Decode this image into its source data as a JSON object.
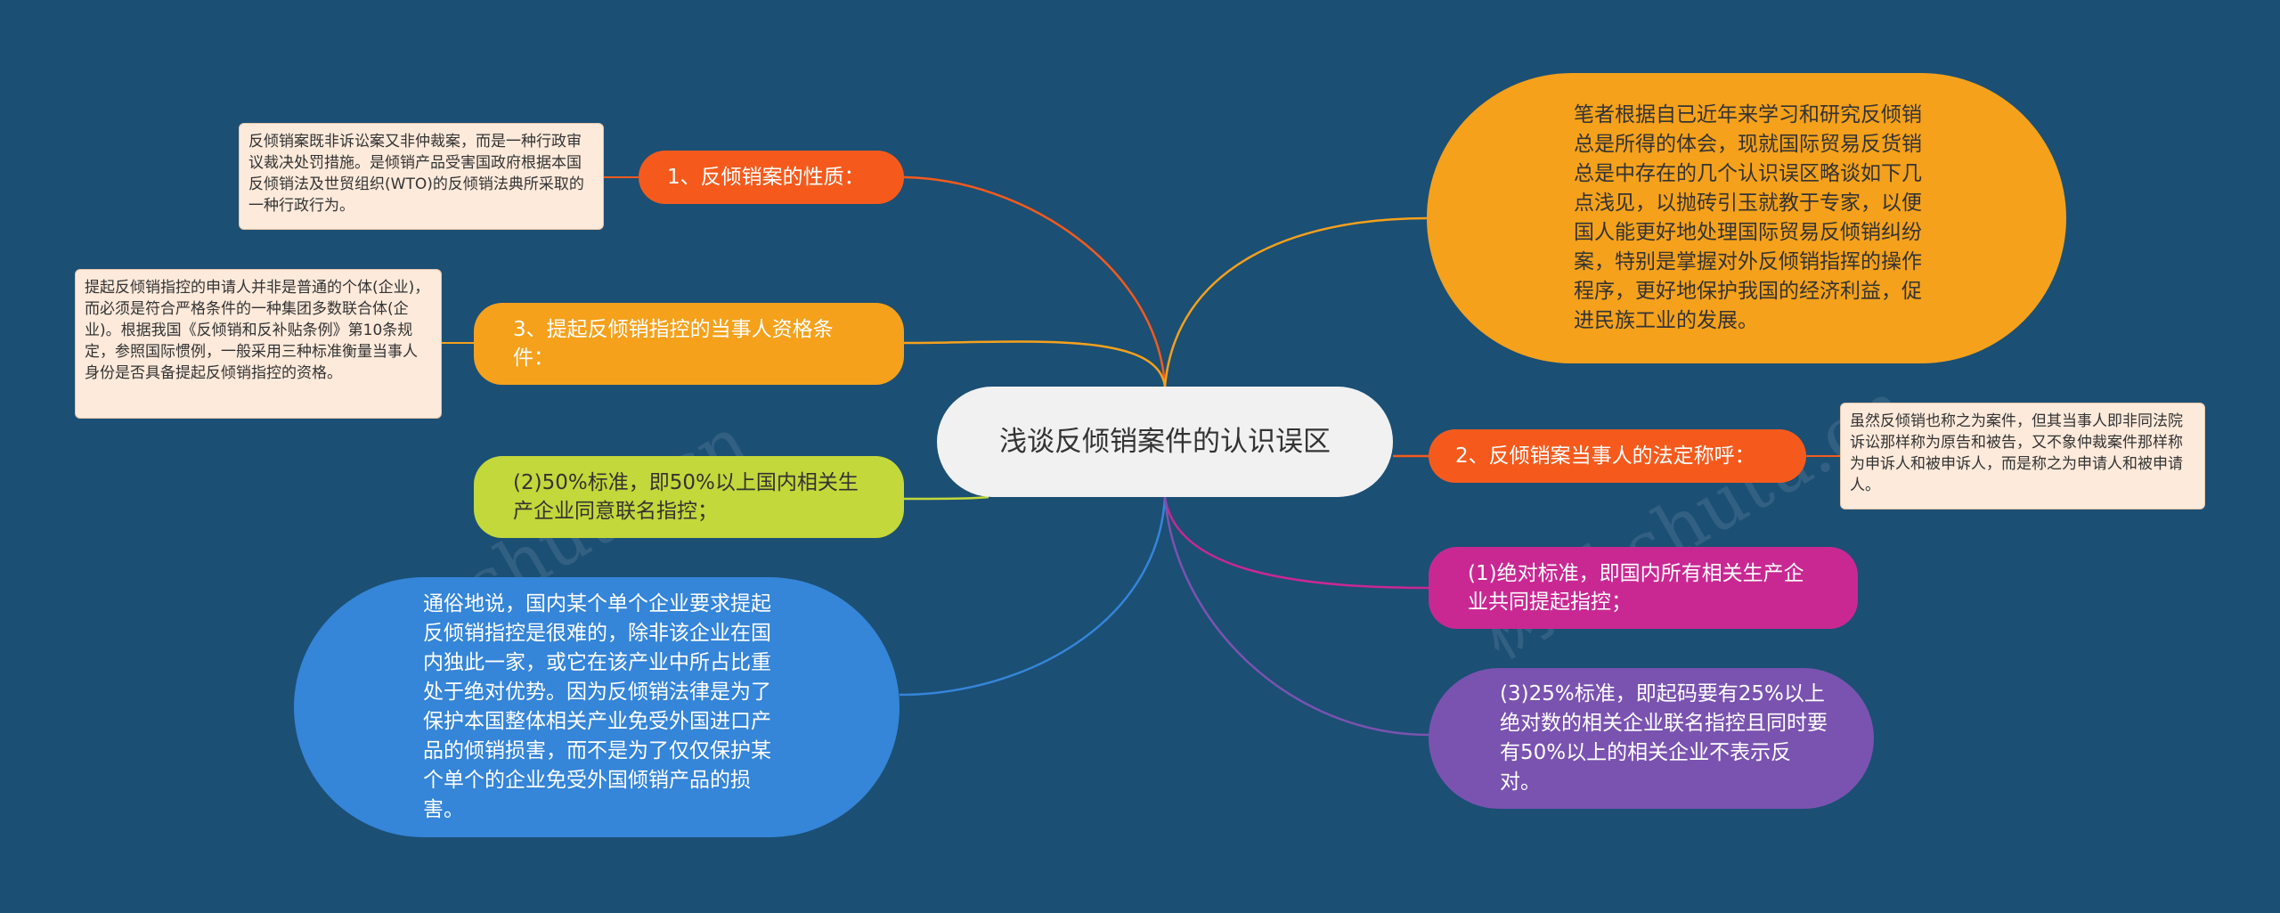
{
  "root": {
    "title": "浅谈反倾销案件的认识误区"
  },
  "branches": [
    {
      "label": "1、反倾销案的性质：",
      "color": "#f55a1c"
    },
    {
      "label": "3、提起反倾销指控的当事人资格条件：",
      "color": "#f5a11b"
    },
    {
      "label": "(2)50%标准，即50%以上国内相关生产企业同意联名指控；",
      "color": "#c3d83a"
    },
    {
      "label": "通俗地说，国内某个单个企业要求提起反倾销指控是很难的，除非该企业在国内独此一家，或它在该产业中所占比重处于绝对优势。因为反倾销法律是为了保护本国整体相关产业免受外国进口产品的倾销损害，而不是为了仅仅保护某个单个的企业免受外国倾销产品的损害。",
      "color": "#3585d8"
    },
    {
      "label": "笔者根据自已近年来学习和研究反倾销总是所得的体会，现就国际贸易反货销总是中存在的几个认识误区略谈如下几点浅见，以抛砖引玉就教于专家，以便国人能更好地处理国际贸易反倾销纠纷案，特别是掌握对外反倾销指挥的操作程序，更好地保护我国的经济利益，促进民族工业的发展。",
      "color": "#f5a11b"
    },
    {
      "label": "2、反倾销案当事人的法定称呼：",
      "color": "#f55a1c"
    },
    {
      "label": "(1)绝对标准，即国内所有相关生产企业共同提起指控；",
      "color": "#c92893"
    },
    {
      "label": "(3)25%标准，即起码要有25%以上绝对数的相关企业联名指控且同时要有50%以上的相关企业不表示反对。",
      "color": "#7a53b0"
    }
  ],
  "notes": [
    {
      "text": "反倾销案既非诉讼案又非仲裁案，而是一种行政审议裁决处罚措施。是倾销产品受害国政府根据本国反倾销法及世贸组织(WTO)的反倾销法典所采取的一种行政行为。"
    },
    {
      "text": "提起反倾销指控的申请人并非是普通的个体(企业)，而必须是符合严格条件的一种集团多数联合体(企业)。根据我国《反倾销和反补贴条例》第10条规定，参照国际惯例，一般采用三种标准衡量当事人身份是否具备提起反倾销指控的资格。"
    },
    {
      "text": "虽然反倾销也称之为案件，但其当事人即非同法院诉讼那样称为原告和被告，又不象仲裁案件那样称为申诉人和被申诉人，而是称之为申请人和被申请人。"
    }
  ],
  "watermarks": [
    "树图 shutu.cn",
    "树图 shutu.cn"
  ],
  "colors": {
    "background": "#1b4f74",
    "root": "#f1f1f1",
    "note": "#fdeadb"
  }
}
